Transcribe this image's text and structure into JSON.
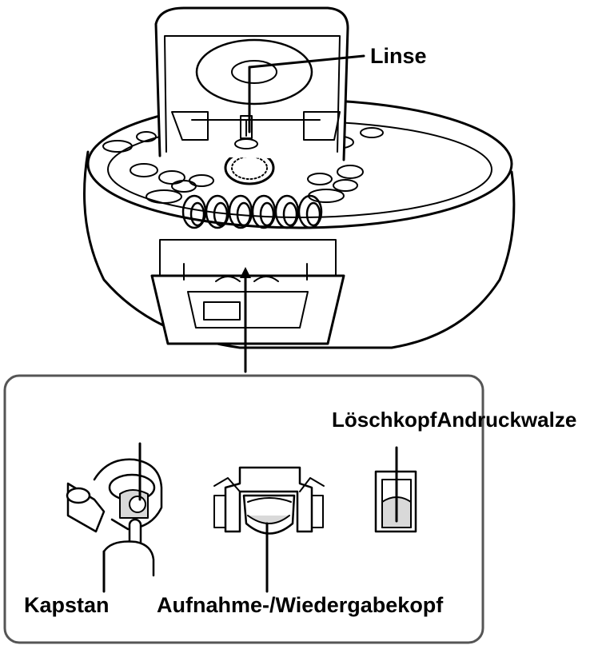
{
  "labels": {
    "lens": "Linse",
    "erase_head_pinch_roller": "LöschkopfAndruckwalze",
    "capstan": "Kapstan",
    "record_playback_head": "Aufnahme-/Wiedergabekopf"
  },
  "colors": {
    "line": "#000000",
    "device_fill": "#ffffff",
    "detail_fill": "#d9d9d9",
    "frame": "#555555"
  }
}
